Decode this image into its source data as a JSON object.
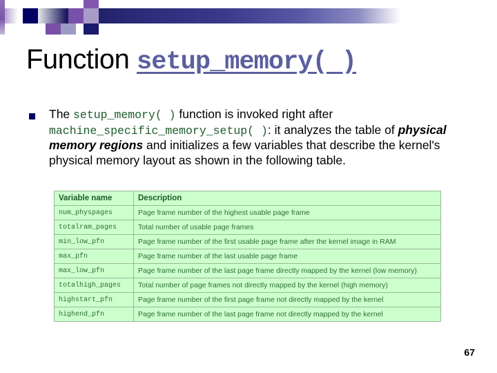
{
  "slide": {
    "title": {
      "plain_prefix": "Function ",
      "code_part": "setup_memory( )"
    },
    "page_number": "67",
    "bullet": {
      "marker": "square-bullet",
      "segments": [
        {
          "type": "plain",
          "text": "The "
        },
        {
          "type": "code",
          "text": "setup_memory( )"
        },
        {
          "type": "plain",
          "text": " function is invoked right after "
        },
        {
          "type": "code",
          "text": "machine_specific_memory_setup( )"
        },
        {
          "type": "plain",
          "text": ": it analyzes the table of "
        },
        {
          "type": "bolditalic",
          "text": "physical memory regions"
        },
        {
          "type": "plain",
          "text": " and initializes a few variables that describe the kernel's physical memory layout as shown in the following table."
        }
      ],
      "full_text": "The setup_memory( ) function is invoked right after machine_specific_memory_setup( ): it analyzes the table of physical memory regions and initializes a few variables that describe the kernel's physical memory layout as shown in the following table."
    },
    "table": {
      "columns": [
        "Variable name",
        "Description"
      ],
      "rows": [
        {
          "variable": "num_physpages",
          "description": "Page frame number of the highest usable page frame"
        },
        {
          "variable": "totalram_pages",
          "description": "Total number of usable page frames"
        },
        {
          "variable": "min_low_pfn",
          "description": "Page frame number of the first usable page frame after the kernel image in RAM"
        },
        {
          "variable": "max_pfn",
          "description": "Page frame number of the last usable page frame"
        },
        {
          "variable": "max_low_pfn",
          "description": "Page frame number of the last page frame directly mapped by the kernel (low memory)"
        },
        {
          "variable": "totalhigh_pages",
          "description": "Total number of page frames not directly mapped by the kernel (high memory)"
        },
        {
          "variable": "highstart_pfn",
          "description": "Page frame number of the first page frame not directly mapped by the kernel"
        },
        {
          "variable": "highend_pfn",
          "description": "Page frame number of the last page frame not directly mapped by the kernel"
        }
      ]
    },
    "colors": {
      "title_code": "#5b5f9e",
      "code_green": "#1d5b2b",
      "table_bg": "#ccffcc",
      "table_border": "#9ab79a",
      "bullet_navy": "#000066",
      "deco_purple": "#7a4fa8",
      "deco_navy": "#000066"
    }
  }
}
